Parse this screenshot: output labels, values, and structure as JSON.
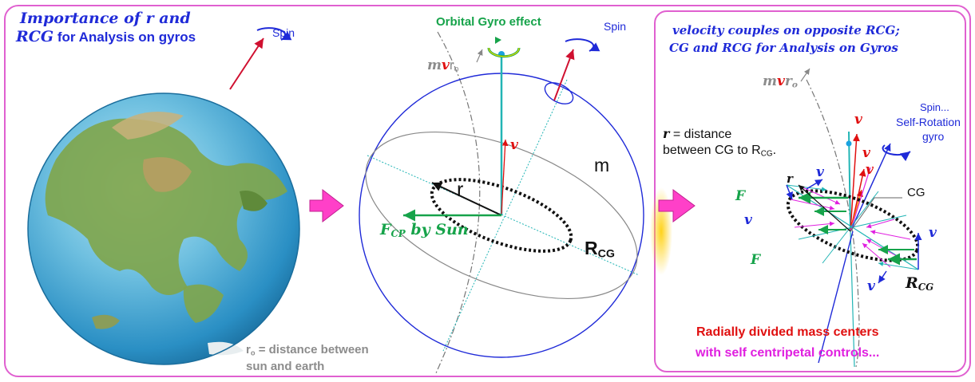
{
  "colors": {
    "frame": "#e060d0",
    "blue": "#1f2ad8",
    "green": "#16a34a",
    "red": "#e01010",
    "magenta": "#e020e0",
    "grey": "#8c8c8c",
    "arrow_fill": "#ff40c8",
    "teal": "#22b5b5"
  },
  "left_panel": {
    "title_line1_prefix": "Importance of ",
    "title_r": "r",
    "title_line1_suffix": " and",
    "title_line2_rcg": "RCG",
    "title_line2_suffix": " for Analysis on gyros",
    "spin_label": "Spin",
    "ro_line1_r": "r",
    "ro_line1_sub": "o",
    "ro_line1_rest": " = distance between",
    "ro_line2": "sun and earth"
  },
  "middle_panel": {
    "orbital_label": "Orbital Gyro effect",
    "spin_label": "Spin",
    "mvr_m": "m",
    "mvr_v": "v",
    "mvr_r": "r",
    "mvr_sub": "o",
    "v_label": "v",
    "m_label": "m",
    "r_label": "r",
    "fcp_f": "F",
    "fcp_sub": "CP",
    "fcp_rest": " by Sun",
    "rcg_r": "R",
    "rcg_sub": "CG"
  },
  "right_panel": {
    "title_line1": "velocity couples on opposite RCG;",
    "title_line2": "CG and RCG for Analysis on Gyros",
    "mvr_m": "m",
    "mvr_v": "v",
    "mvr_r": "r",
    "mvr_sub": "o",
    "r_def_r": "r",
    "r_def_rest": " = distance",
    "r_def_line2": "between CG to R",
    "r_def_sub": "CG",
    "r_def_end": ".",
    "spin_line1": "Spin...",
    "spin_line2": "Self-Rotation",
    "spin_line3": "gyro",
    "v_label": "v",
    "r_small": "r",
    "cg_label": "CG",
    "f_label": "F",
    "rcg_r": "R",
    "rcg_sub": "CG",
    "bottom_line1": "Radially divided mass centers",
    "bottom_line2": "with self centripetal controls..."
  },
  "icons": [
    "spin-arrow-icon",
    "right-arrow-icon",
    "earth-globe"
  ]
}
